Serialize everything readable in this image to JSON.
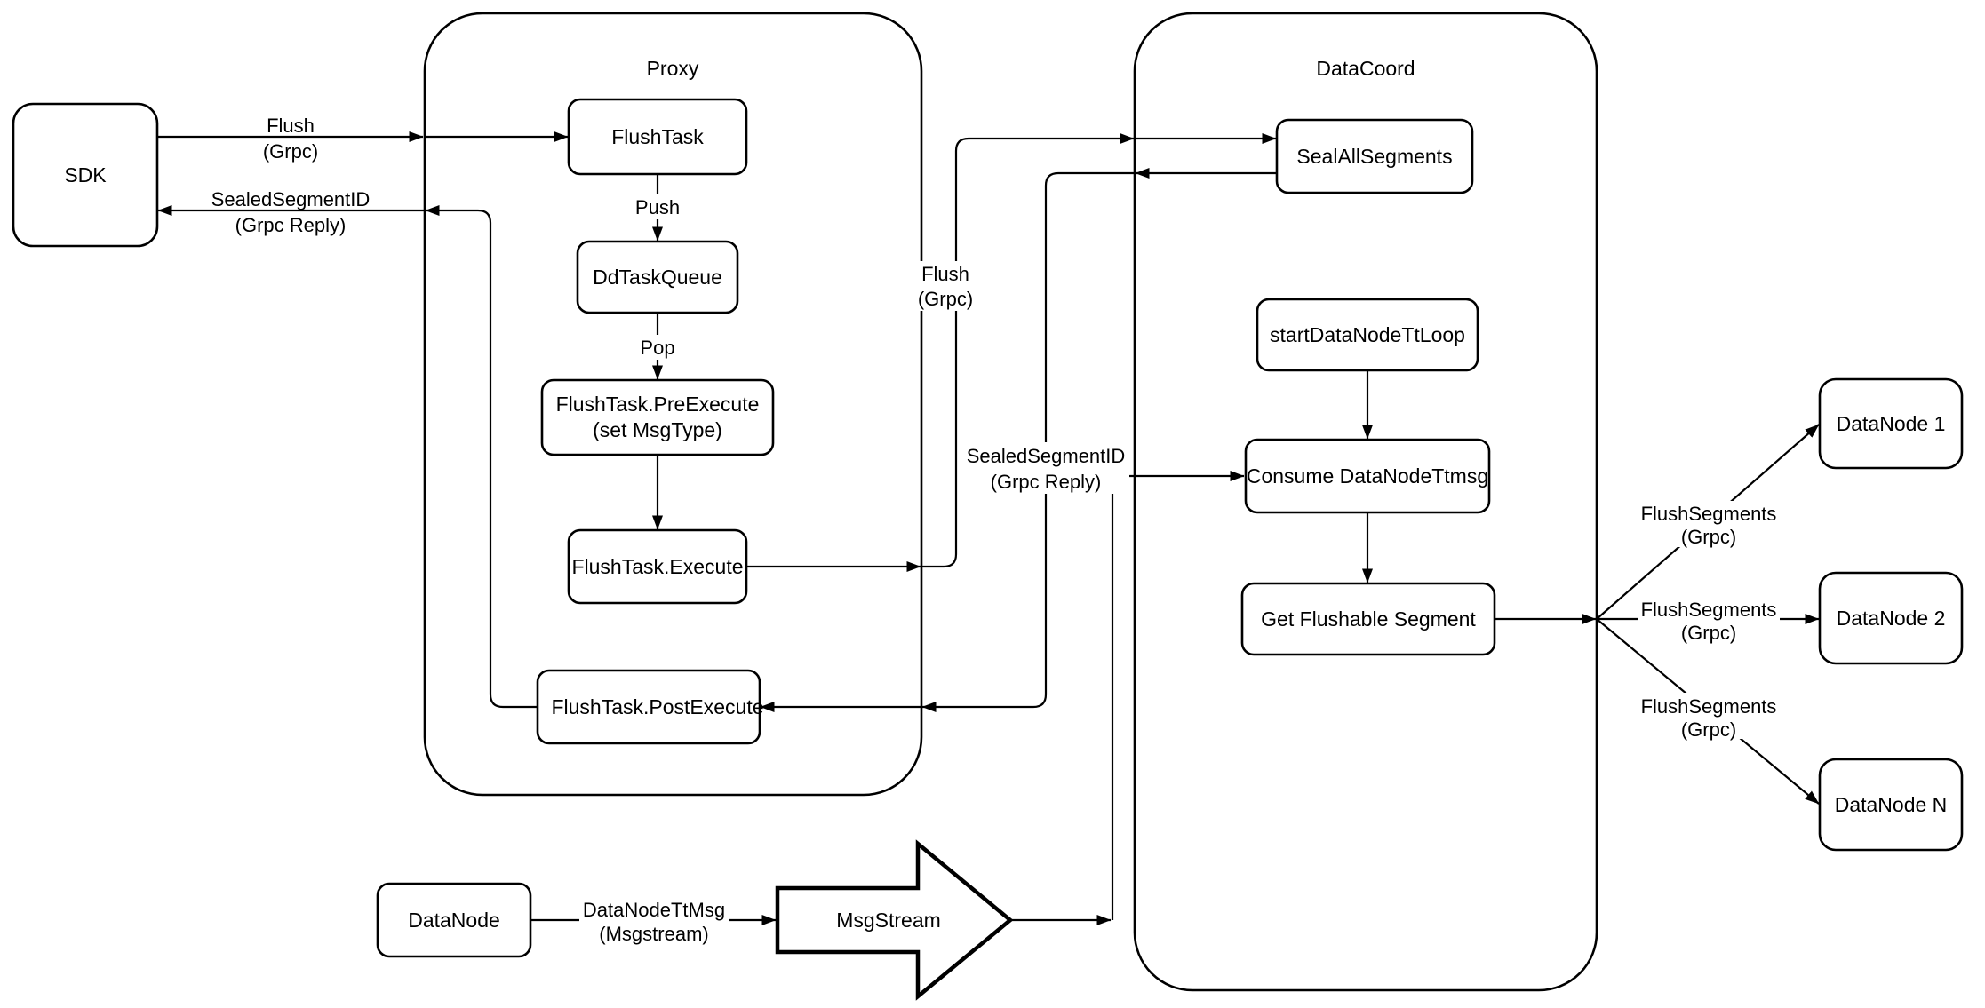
{
  "colors": {
    "stroke": "#000000",
    "fill": "#ffffff",
    "background": "#ffffff"
  },
  "containers": {
    "proxy": {
      "label": "Proxy"
    },
    "datacoord": {
      "label": "DataCoord"
    }
  },
  "nodes": {
    "sdk": {
      "label": "SDK"
    },
    "flush_task": {
      "label": "FlushTask"
    },
    "dd_task_queue": {
      "label": "DdTaskQueue"
    },
    "pre_execute": {
      "line1": "FlushTask.PreExecute",
      "line2": "(set MsgType)"
    },
    "execute": {
      "label": "FlushTask.Execute"
    },
    "post_execute": {
      "label": "FlushTask.PostExecute"
    },
    "seal_all_segments": {
      "label": "SealAllSegments"
    },
    "start_datanode_tt_loop": {
      "label": "startDataNodeTtLoop"
    },
    "consume_datanode_ttmsg": {
      "label": "Consume DataNodeTtmsg"
    },
    "get_flushable_segment": {
      "label": "Get Flushable Segment"
    },
    "datanode_1": {
      "label": "DataNode 1"
    },
    "datanode_2": {
      "label": "DataNode 2"
    },
    "datanode_n": {
      "label": "DataNode N"
    },
    "datanode": {
      "label": "DataNode"
    },
    "msgstream": {
      "label": "MsgStream"
    }
  },
  "edge_labels": {
    "flush_sdk": {
      "line1": "Flush",
      "line2": "(Grpc)"
    },
    "reply_sdk": {
      "line1": "SealedSegmentID",
      "line2": "(Grpc Reply)"
    },
    "push": {
      "label": "Push"
    },
    "pop": {
      "label": "Pop"
    },
    "flush_mid": {
      "line1": "Flush",
      "line2": "(Grpc)"
    },
    "reply_mid": {
      "line1": "SealedSegmentID",
      "line2": "(Grpc Reply)"
    },
    "datanode_ttmsg": {
      "line1": "DataNodeTtMsg",
      "line2": "(Msgstream)"
    },
    "flush_segments_1": {
      "line1": "FlushSegments",
      "line2": "(Grpc)"
    },
    "flush_segments_2": {
      "line1": "FlushSegments",
      "line2": "(Grpc)"
    },
    "flush_segments_3": {
      "line1": "FlushSegments",
      "line2": "(Grpc)"
    }
  }
}
